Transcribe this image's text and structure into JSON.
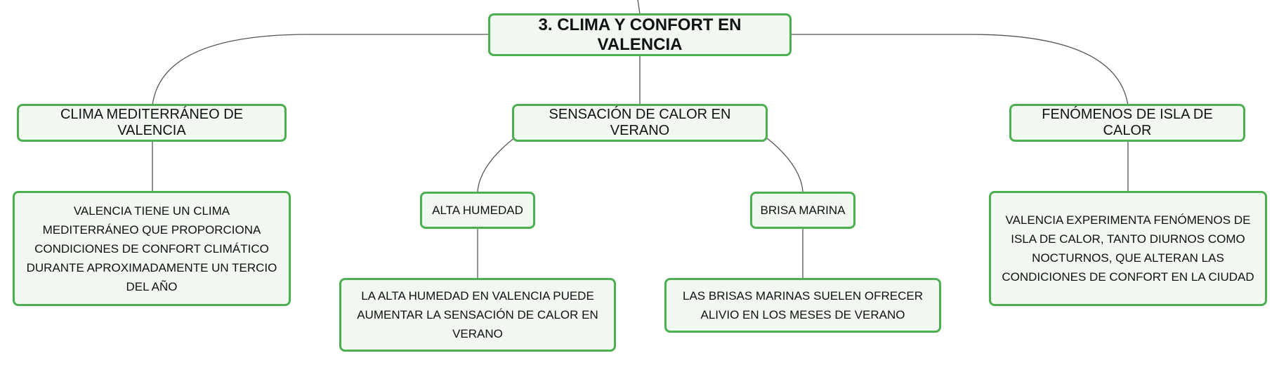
{
  "colors": {
    "border": "#4caf50",
    "fill": "#f1f8f2",
    "line": "#555555",
    "text": "#111111"
  },
  "root": {
    "label": "3. CLIMA Y CONFORT EN VALENCIA"
  },
  "branches": [
    {
      "label": "CLIMA MEDITERRÁNEO DE VALENCIA",
      "detail": "VALENCIA TIENE UN CLIMA MEDITERRÁNEO QUE PROPORCIONA CONDICIONES DE CONFORT CLIMÁTICO DURANTE APROXIMADAMENTE UN TERCIO DEL AÑO"
    },
    {
      "label": "SENSACIÓN DE CALOR EN VERANO",
      "children": [
        {
          "label": "ALTA HUMEDAD",
          "detail": "LA ALTA HUMEDAD EN VALENCIA PUEDE AUMENTAR LA SENSACIÓN DE CALOR EN VERANO"
        },
        {
          "label": "BRISA MARINA",
          "detail": "LAS BRISAS MARINAS SUELEN OFRECER ALIVIO EN LOS MESES DE VERANO"
        }
      ]
    },
    {
      "label": "FENÓMENOS DE ISLA DE CALOR",
      "detail": "VALENCIA EXPERIMENTA FENÓMENOS DE ISLA DE CALOR, TANTO DIURNOS COMO NOCTURNOS, QUE ALTERAN LAS CONDICIONES DE CONFORT EN LA CIUDAD"
    }
  ]
}
